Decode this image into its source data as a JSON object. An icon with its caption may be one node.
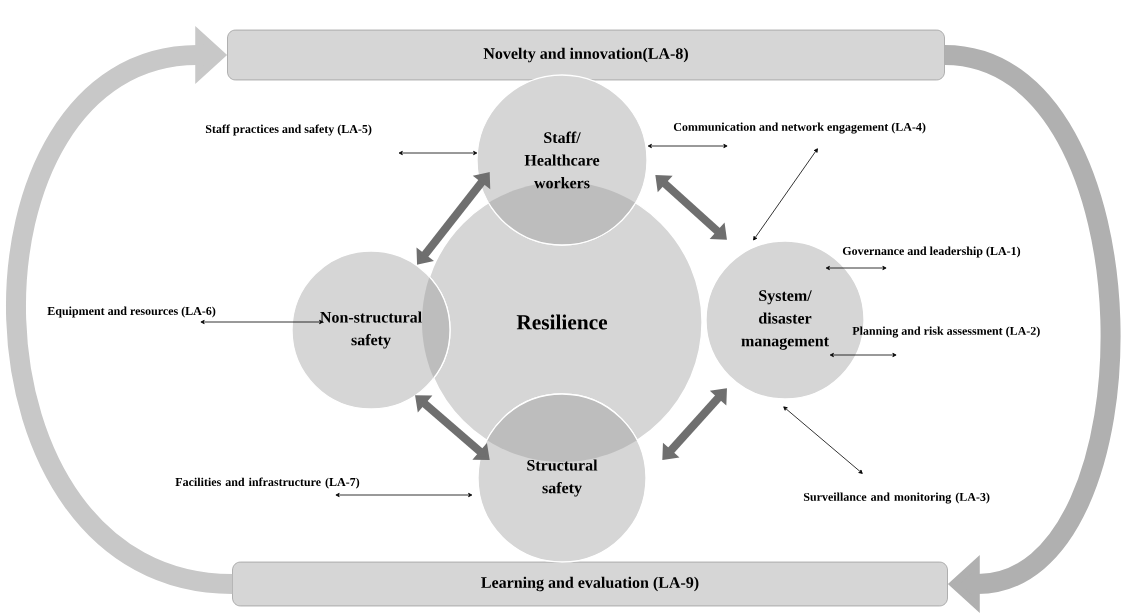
{
  "diagram": {
    "nodes": [
      {
        "text": [
          "Novelty and innovation(LA-8)"
        ]
      },
      {
        "text": [
          "Learning and evaluation (LA-9)"
        ]
      },
      {
        "text": [
          "Resilience"
        ]
      },
      {
        "text": [
          "Staff/ Healthcare workers"
        ]
      },
      {
        "text": [
          "Non-structural safety"
        ]
      },
      {
        "text": [
          "System/ disaster management"
        ]
      },
      {
        "text": [
          "Structural safety"
        ]
      },
      {
        "text": [
          "Staff practices and safety (LA-5)"
        ]
      },
      {
        "text": [
          "Communication and network engagement (LA-4)"
        ]
      },
      {
        "text": [
          "Governance and leadership (LA-1)"
        ]
      },
      {
        "text": [
          "Equipment and resources (LA-6)"
        ]
      },
      {
        "text": [
          "Planning and risk assessment (LA-2)"
        ]
      },
      {
        "text": [
          "Facilities and infrastructure (LA-7)"
        ]
      },
      {
        "text": [
          "Surveillance and monitoring (LA-3)"
        ]
      }
    ],
    "edges": [
      {
        "from": 1,
        "to": 0,
        "arrow": "to",
        "style": "thick",
        "color": "#c8c8c8"
      },
      {
        "from": 0,
        "to": 1,
        "arrow": "to",
        "style": "thick",
        "color": "#b0b0b0"
      },
      {
        "from": 3,
        "to": 4,
        "arrow": "both",
        "style": "thick",
        "color": "#6f6f6f"
      },
      {
        "from": 3,
        "to": 5,
        "arrow": "both",
        "style": "thick",
        "color": "#6f6f6f"
      },
      {
        "from": 4,
        "to": 6,
        "arrow": "both",
        "style": "thick",
        "color": "#6f6f6f"
      },
      {
        "from": 5,
        "to": 6,
        "arrow": "both",
        "style": "thick",
        "color": "#6f6f6f"
      },
      {
        "from": 7,
        "to": 3,
        "arrow": "both"
      },
      {
        "from": 3,
        "to": 8,
        "arrow": "both"
      },
      {
        "from": 8,
        "to": 5,
        "arrow": "both"
      },
      {
        "from": 9,
        "to": 5,
        "arrow": "both"
      },
      {
        "from": 10,
        "to": 4,
        "arrow": "both"
      },
      {
        "from": 11,
        "to": 5,
        "arrow": "both"
      },
      {
        "from": 12,
        "to": 6,
        "arrow": "both"
      },
      {
        "from": 13,
        "to": 5,
        "arrow": "both"
      }
    ]
  }
}
